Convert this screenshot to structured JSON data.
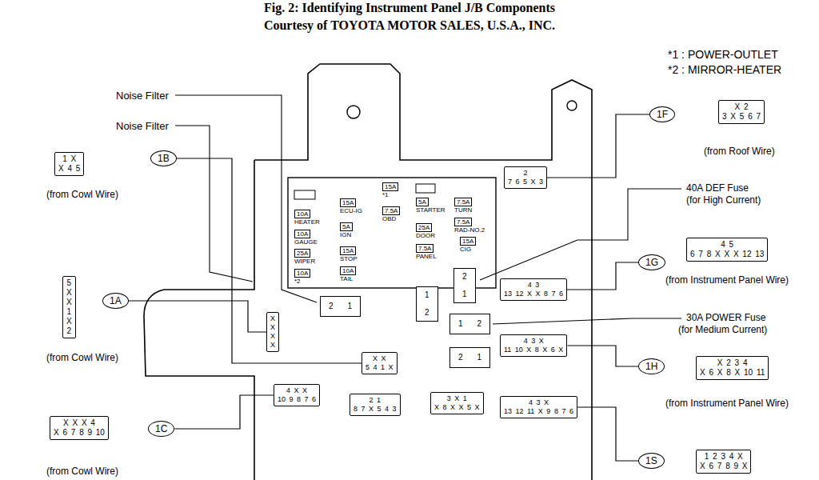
{
  "diagram": {
    "title": "Fig. 2: Identifying Instrument Panel J/B Components",
    "caption": "Courtesy of TOYOTA MOTOR SALES, U.S.A., INC.",
    "nodes": [
      {
        "text": [
          "1F"
        ]
      },
      {
        "text": [
          "X 2",
          "3 X 5 6 7"
        ]
      },
      {
        "text": [
          "1B"
        ]
      },
      {
        "text": [
          "1 X",
          "X 4 5"
        ]
      },
      {
        "text": [
          "15A",
          "*1"
        ]
      },
      {
        "text": [
          "15A",
          "ECU-IG"
        ]
      },
      {
        "text": [
          "5A",
          "STARTER"
        ]
      },
      {
        "text": [
          "7.5A",
          "TURN"
        ]
      },
      {
        "text": [
          "7.5A",
          "OBD"
        ]
      },
      {
        "text": [
          "10A",
          "HEATER"
        ]
      },
      {
        "text": [
          "5A",
          "IGN"
        ]
      },
      {
        "text": [
          "7.5A",
          "RAD-NO.2"
        ]
      },
      {
        "text": [
          "25A",
          "DOOR"
        ]
      },
      {
        "text": [
          "10A",
          "GAUGE"
        ]
      },
      {
        "text": [
          "15A",
          "CIG"
        ]
      },
      {
        "text": [
          "15A",
          "STOP"
        ]
      },
      {
        "text": [
          "7.5A",
          "PANEL"
        ]
      },
      {
        "text": [
          "25A",
          "WIPER"
        ]
      },
      {
        "text": [
          "10A",
          "TAIL"
        ]
      },
      {
        "text": [
          "10A",
          "*2"
        ]
      },
      {
        "text": [
          "2",
          "7 6 5 X 3"
        ]
      },
      {
        "text": [
          "1G"
        ]
      },
      {
        "text": [
          "4 5",
          "6 7 8 X X X 12 13"
        ]
      },
      {
        "text": [
          "1A"
        ]
      },
      {
        "text": [
          "5",
          "X",
          "X",
          "1",
          "X",
          "2"
        ]
      },
      {
        "text": [
          "2",
          "1"
        ]
      },
      {
        "text": [
          "1",
          "2"
        ]
      },
      {
        "text": [
          "2",
          "1"
        ]
      },
      {
        "text": [
          "4 3",
          "13 12 X X 8 7 6"
        ]
      },
      {
        "text": [
          "1",
          "2"
        ]
      },
      {
        "text": [
          "X",
          "X",
          "X",
          "X"
        ]
      },
      {
        "text": [
          "4 3 X",
          "11 10 X 8 X 6 X"
        ]
      },
      {
        "text": [
          "1H"
        ]
      },
      {
        "text": [
          "X 2 3 4",
          "X 6 X 8 X 10 11"
        ]
      },
      {
        "text": [
          "2",
          "1"
        ]
      },
      {
        "text": [
          "X X",
          "5 4 1 X"
        ]
      },
      {
        "text": [
          "4 X X",
          "10 9 8 7 6"
        ]
      },
      {
        "text": [
          "2 1",
          "8 7 X 5 4 3"
        ]
      },
      {
        "text": [
          "3 X 1",
          "X 8 X X 5 X"
        ]
      },
      {
        "text": [
          "4 3 X",
          "13 12 11 X 9 8 7 6"
        ]
      },
      {
        "text": [
          "1C"
        ]
      },
      {
        "text": [
          "X X X 4",
          "X 6 7 8 9 10"
        ]
      },
      {
        "text": [
          "1S"
        ]
      },
      {
        "text": [
          "1 2 3 4 X",
          "X 6 7 8 9 X"
        ]
      }
    ],
    "edges": [
      {
        "from": 0,
        "to": 20,
        "arrow": "none"
      },
      {
        "from": 2,
        "to": 35,
        "arrow": "none"
      },
      {
        "from": 21,
        "to": 28,
        "arrow": "none"
      },
      {
        "from": 23,
        "to": 30,
        "arrow": "none"
      },
      {
        "from": 32,
        "to": 31,
        "arrow": "none"
      },
      {
        "from": 40,
        "to": 36,
        "arrow": "none"
      },
      {
        "from": 42,
        "to": 39,
        "arrow": "none"
      }
    ],
    "labels": [
      "*1 : POWER-OUTLET",
      "*2 : MIRROR-HEATER",
      "Noise Filter",
      "Noise Filter",
      "(from Cowl Wire)",
      "(from Roof Wire)",
      "40A DEF Fuse",
      "(for High Current)",
      "(from Instrument Panel Wire)",
      "30A POWER Fuse",
      "(for Medium Current)",
      "(from Cowl Wire)",
      "(from Instrument Panel Wire)",
      "(from Cowl Wire)"
    ]
  }
}
